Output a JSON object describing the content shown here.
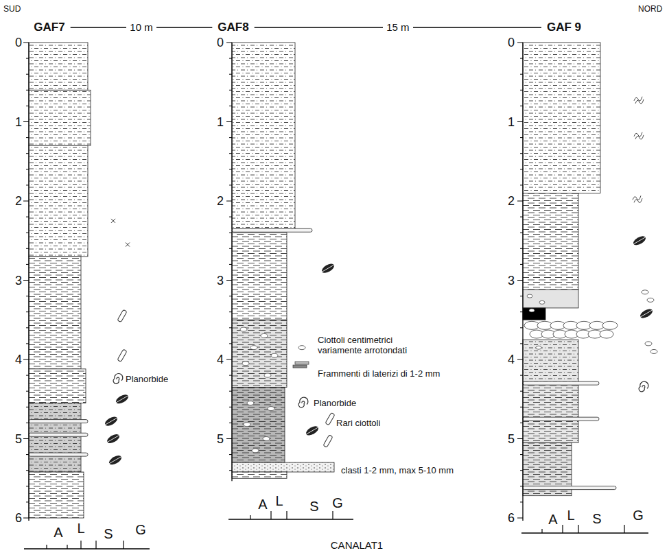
{
  "diagram": {
    "nodes": [
      {
        "text": [
          "GAF7"
        ]
      },
      {
        "text": [
          "GAF8"
        ]
      },
      {
        "text": [
          "GAF 9"
        ]
      }
    ],
    "edges": [
      {
        "from": 0,
        "to": 1,
        "arrow": "none",
        "label": "10 m"
      },
      {
        "from": 1,
        "to": 2,
        "arrow": "none",
        "label": "15 m"
      }
    ],
    "labels": [
      "SUD",
      "NORD",
      "0",
      "1",
      "2",
      "3",
      "4",
      "5",
      "6",
      "0",
      "1",
      "2",
      "3",
      "4",
      "5",
      "0",
      "1",
      "2",
      "3",
      "4",
      "5",
      "6",
      "Planorbide",
      "Ciottoli centimetrici variamente arrotondati",
      "Frammenti di laterizi di 1-2 mm",
      "Planorbide",
      "Rari ciottoli",
      "clasti 1-2 mm, max 5-10 mm",
      "A",
      "L",
      "S",
      "G",
      "A",
      "L",
      "S",
      "G",
      "A",
      "L",
      "S",
      "G",
      "CANALAT1"
    ]
  }
}
